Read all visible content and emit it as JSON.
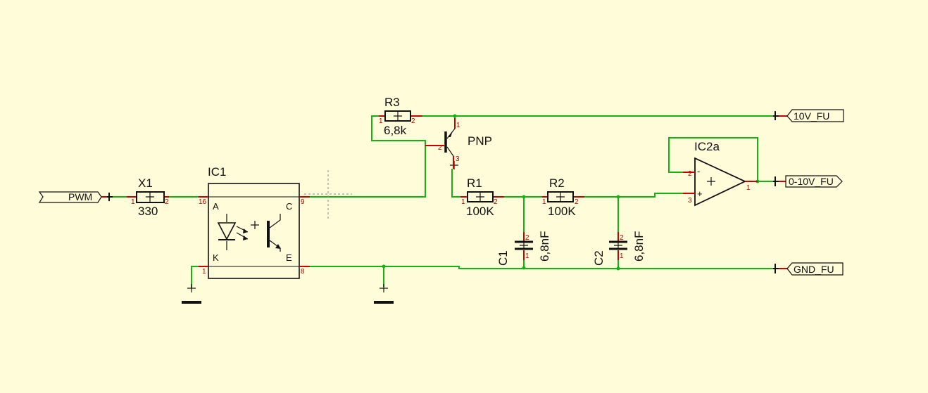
{
  "components": {
    "x1": {
      "ref": "X1",
      "value": "330",
      "pin1": "1",
      "pin2": "2"
    },
    "r3": {
      "ref": "R3",
      "value": "6,8k",
      "pin1": "1",
      "pin2": "2"
    },
    "r1": {
      "ref": "R1",
      "value": "100K",
      "pin1": "1",
      "pin2": "2"
    },
    "r2": {
      "ref": "R2",
      "value": "100K",
      "pin1": "1",
      "pin2": "2"
    },
    "c1": {
      "ref": "C1",
      "value": "6,8nF",
      "pin1": "1",
      "pin2": "2"
    },
    "c2": {
      "ref": "C2",
      "value": "6,8nF",
      "pin1": "1",
      "pin2": "2"
    },
    "ic1": {
      "ref": "IC1",
      "anode": "A",
      "cathode": "K",
      "collector": "C",
      "emitter": "E",
      "pin_a": "16",
      "pin_k": "1",
      "pin_c": "9",
      "pin_e": "8"
    },
    "q1": {
      "type": "PNP",
      "pin1": "1",
      "pin2": "2",
      "pin3": "3"
    },
    "ic2a": {
      "ref": "IC2a",
      "pin_inv": "2",
      "pin_noninv": "3",
      "pin_out": "1",
      "inv_sign": "-",
      "noninv_sign": "+"
    }
  },
  "nets": {
    "pwm": "PWM",
    "v10": "10V_FU",
    "out": "0-10V_FU",
    "gnd": "GND_FU"
  }
}
